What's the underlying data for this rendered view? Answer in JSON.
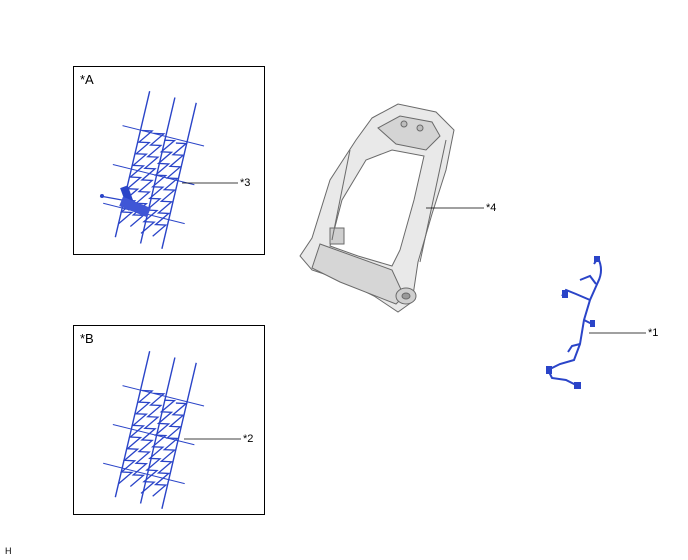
{
  "panels": {
    "a": {
      "label": "*A"
    },
    "b": {
      "label": "*B"
    }
  },
  "callouts": {
    "item1": "*1",
    "item2": "*2",
    "item3": "*3",
    "item4": "*4"
  },
  "corner_mark": "H",
  "colors": {
    "wire": "#2a44c8",
    "frame_fill": "#e9e9e9",
    "frame_stroke": "#6a6a6a",
    "leader": "#000000"
  }
}
